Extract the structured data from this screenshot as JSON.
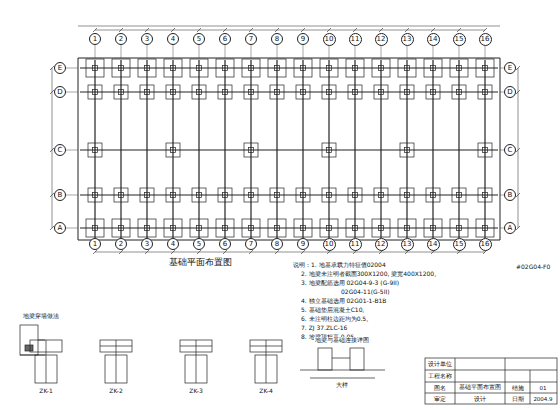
{
  "diagram": {
    "title": "基础平面布置图",
    "nodes": [
      {
        "text": [
          "1"
        ]
      },
      {
        "text": [
          "2"
        ]
      },
      {
        "text": [
          "3"
        ]
      },
      {
        "text": [
          "4"
        ]
      },
      {
        "text": [
          "5"
        ]
      },
      {
        "text": [
          "6"
        ]
      },
      {
        "text": [
          "7"
        ]
      },
      {
        "text": [
          "8"
        ]
      },
      {
        "text": [
          "9"
        ]
      },
      {
        "text": [
          "10"
        ]
      },
      {
        "text": [
          "11"
        ]
      },
      {
        "text": [
          "12"
        ]
      },
      {
        "text": [
          "13"
        ]
      },
      {
        "text": [
          "14"
        ]
      },
      {
        "text": [
          "15"
        ]
      },
      {
        "text": [
          "16"
        ]
      },
      {
        "text": [
          "E"
        ]
      },
      {
        "text": [
          "D"
        ]
      },
      {
        "text": [
          "C"
        ]
      },
      {
        "text": [
          "B"
        ]
      },
      {
        "text": [
          "A"
        ]
      },
      {
        "text": [
          "E"
        ]
      },
      {
        "text": [
          "D"
        ]
      },
      {
        "text": [
          "C"
        ]
      },
      {
        "text": [
          "B"
        ]
      },
      {
        "text": [
          "A"
        ]
      },
      {
        "text": [
          "1"
        ]
      },
      {
        "text": [
          "2"
        ]
      },
      {
        "text": [
          "3"
        ]
      },
      {
        "text": [
          "4"
        ]
      },
      {
        "text": [
          "5"
        ]
      },
      {
        "text": [
          "6"
        ]
      },
      {
        "text": [
          "7"
        ]
      },
      {
        "text": [
          "8"
        ]
      },
      {
        "text": [
          "9"
        ]
      },
      {
        "text": [
          "10"
        ]
      },
      {
        "text": [
          "11"
        ]
      },
      {
        "text": [
          "12"
        ]
      },
      {
        "text": [
          "13"
        ]
      },
      {
        "text": [
          "14"
        ]
      },
      {
        "text": [
          "15"
        ]
      },
      {
        "text": [
          "16"
        ]
      }
    ],
    "labels": [
      "说明：1. 地基承载力特征值02004",
      "2. 地梁未注明者截面300X1200, 梁宽400X1200。",
      "3. 地梁配筋选用 02G04-9-3 (G-9II)",
      "02G04-11(G-5II)",
      "4. 独立基础选用 02G01-1-B1B",
      "5. 基础垫层混凝土C10。",
      "6. 未注明柱边距均为0.5。",
      "7. ZJ 37.ZLC-16",
      "8. 地梁顶标高-0.05。",
      "#02G04-F0",
      "地梁穿墙做法",
      "ZK-1",
      "ZK-2",
      "ZK-3",
      "ZK-4",
      "地梁与基础连接详图",
      "大样",
      "设计单位",
      "工程名称",
      "图名",
      "基础平面布置图",
      "结施",
      "01",
      "审定",
      "设计",
      "日期",
      "2004.9"
    ]
  }
}
